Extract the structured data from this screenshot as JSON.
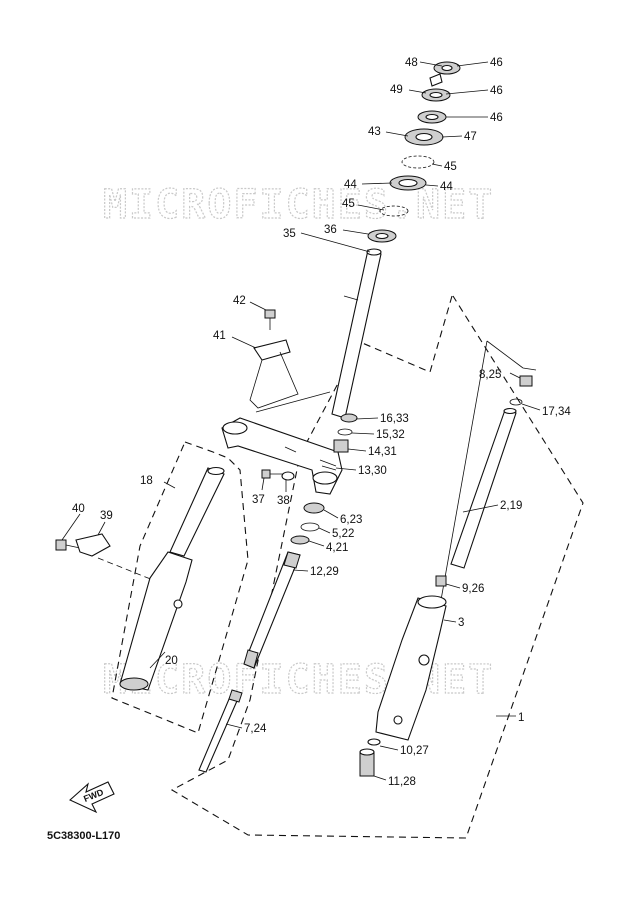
{
  "watermark": "MICROFICHES.NET",
  "diagram_code": "5C38300-L170",
  "fwd_label": "FWD",
  "callouts": {
    "c48": "48",
    "c46a": "46",
    "c49": "49",
    "c46b": "46",
    "c46c": "46",
    "c43": "43",
    "c47": "47",
    "c45a": "45",
    "c44a": "44",
    "c44b": "44",
    "c45b": "45",
    "c36": "36",
    "c35": "35",
    "c42": "42",
    "c41": "41",
    "c1": "1",
    "c825": "8,25",
    "c1734": "17,34",
    "c1633": "16,33",
    "c1532": "15,32",
    "c1431": "14,31",
    "c1330": "13,30",
    "c18": "18",
    "c37": "37",
    "c38": "38",
    "c623": "6,23",
    "c522": "5,22",
    "c421": "4,21",
    "c219": "2,19",
    "c40": "40",
    "c39": "39",
    "c1229": "12,29",
    "c926": "9,26",
    "c3": "3",
    "c20": "20",
    "c724": "7,24",
    "c1027": "10,27",
    "c1128": "11,28"
  }
}
